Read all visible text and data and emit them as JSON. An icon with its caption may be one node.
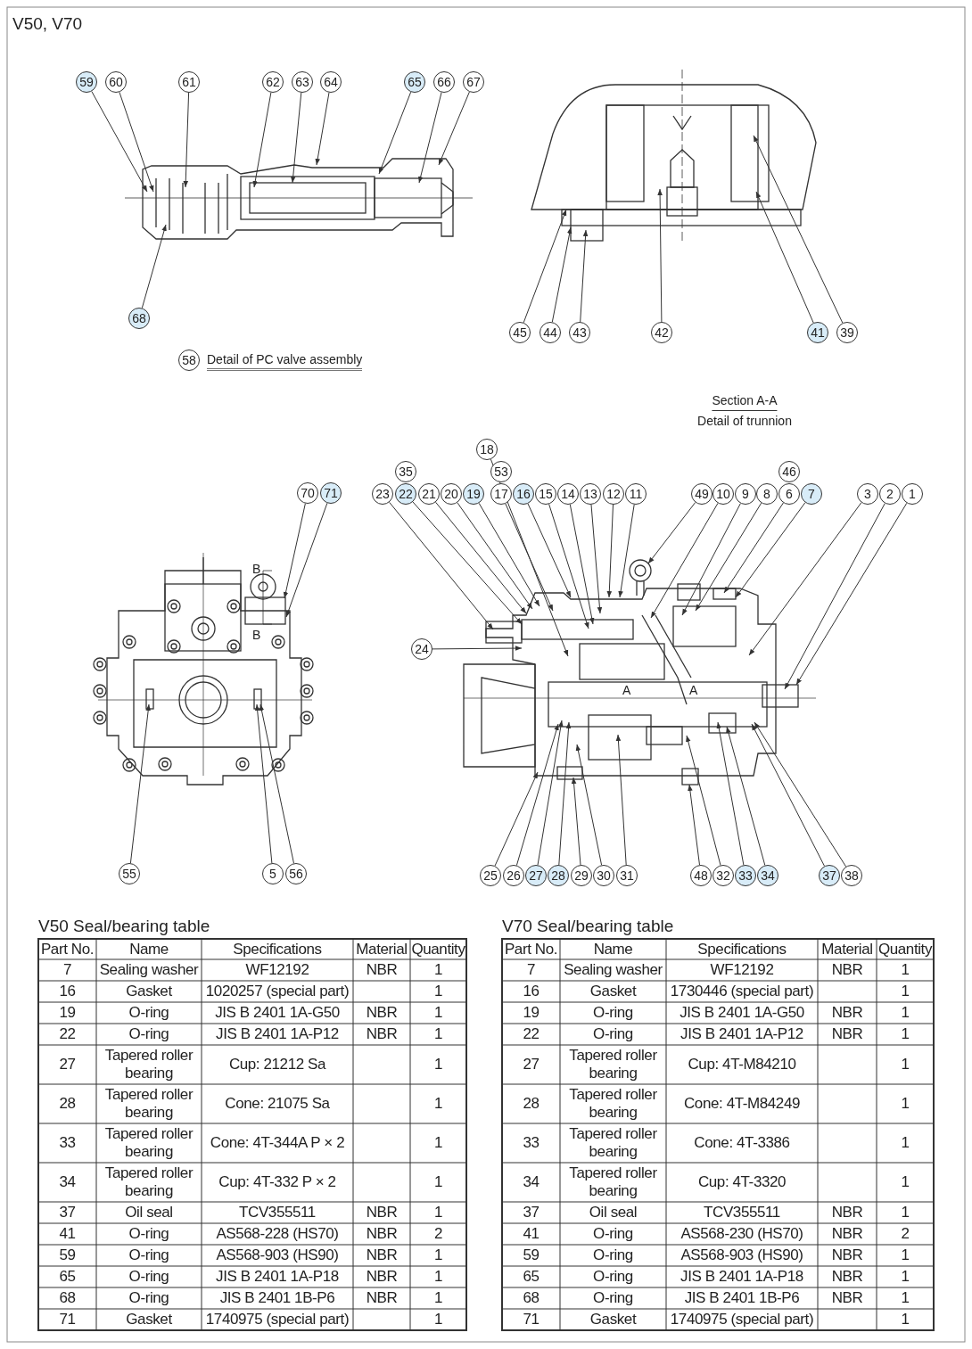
{
  "diagram": {
    "title": "V50, V70",
    "nodes": [
      {
        "text": [
          "59"
        ]
      },
      {
        "text": [
          "60"
        ]
      },
      {
        "text": [
          "61"
        ]
      },
      {
        "text": [
          "62"
        ]
      },
      {
        "text": [
          "63"
        ]
      },
      {
        "text": [
          "64"
        ]
      },
      {
        "text": [
          "65"
        ]
      },
      {
        "text": [
          "66"
        ]
      },
      {
        "text": [
          "67"
        ]
      },
      {
        "text": [
          "68"
        ]
      },
      {
        "text": [
          "45"
        ]
      },
      {
        "text": [
          "44"
        ]
      },
      {
        "text": [
          "43"
        ]
      },
      {
        "text": [
          "42"
        ]
      },
      {
        "text": [
          "41"
        ]
      },
      {
        "text": [
          "39"
        ]
      },
      {
        "text": [
          "58"
        ],
        "beside": [
          "Detail of PC valve assembly"
        ]
      },
      {
        "text": [
          "18"
        ]
      },
      {
        "text": [
          "35"
        ]
      },
      {
        "text": [
          "53"
        ]
      },
      {
        "text": [
          "46"
        ]
      },
      {
        "text": [
          "70"
        ]
      },
      {
        "text": [
          "71"
        ]
      },
      {
        "text": [
          "23"
        ]
      },
      {
        "text": [
          "22"
        ]
      },
      {
        "text": [
          "21"
        ]
      },
      {
        "text": [
          "20"
        ]
      },
      {
        "text": [
          "19"
        ]
      },
      {
        "text": [
          "17"
        ]
      },
      {
        "text": [
          "16"
        ]
      },
      {
        "text": [
          "15"
        ]
      },
      {
        "text": [
          "14"
        ]
      },
      {
        "text": [
          "13"
        ]
      },
      {
        "text": [
          "12"
        ]
      },
      {
        "text": [
          "11"
        ]
      },
      {
        "text": [
          "49"
        ]
      },
      {
        "text": [
          "10"
        ]
      },
      {
        "text": [
          "9"
        ]
      },
      {
        "text": [
          "8"
        ]
      },
      {
        "text": [
          "6"
        ]
      },
      {
        "text": [
          "7"
        ]
      },
      {
        "text": [
          "3"
        ]
      },
      {
        "text": [
          "2"
        ]
      },
      {
        "text": [
          "1"
        ]
      },
      {
        "text": [
          "24"
        ]
      },
      {
        "text": [
          "55"
        ]
      },
      {
        "text": [
          "5"
        ]
      },
      {
        "text": [
          "56"
        ]
      },
      {
        "text": [
          "25"
        ]
      },
      {
        "text": [
          "26"
        ]
      },
      {
        "text": [
          "27"
        ]
      },
      {
        "text": [
          "28"
        ]
      },
      {
        "text": [
          "29"
        ]
      },
      {
        "text": [
          "30"
        ]
      },
      {
        "text": [
          "31"
        ]
      },
      {
        "text": [
          "48"
        ]
      },
      {
        "text": [
          "32"
        ]
      },
      {
        "text": [
          "33"
        ]
      },
      {
        "text": [
          "34"
        ]
      },
      {
        "text": [
          "37"
        ]
      },
      {
        "text": [
          "38"
        ]
      }
    ],
    "edges": [
      {
        "from": 0,
        "to": null,
        "arrow": "to"
      },
      {
        "from": 1,
        "to": null,
        "arrow": "to"
      },
      {
        "from": 2,
        "to": null,
        "arrow": "to"
      },
      {
        "from": 3,
        "to": null,
        "arrow": "to"
      },
      {
        "from": 4,
        "to": null,
        "arrow": "to"
      },
      {
        "from": 5,
        "to": null,
        "arrow": "to"
      },
      {
        "from": 6,
        "to": null,
        "arrow": "to"
      },
      {
        "from": 7,
        "to": null,
        "arrow": "to"
      },
      {
        "from": 8,
        "to": null,
        "arrow": "to"
      },
      {
        "from": 9,
        "to": null,
        "arrow": "to"
      },
      {
        "from": 10,
        "to": null,
        "arrow": "to"
      },
      {
        "from": 11,
        "to": null,
        "arrow": "to"
      },
      {
        "from": 12,
        "to": null,
        "arrow": "to"
      },
      {
        "from": 13,
        "to": null,
        "arrow": "to"
      },
      {
        "from": 14,
        "to": null,
        "arrow": "to"
      },
      {
        "from": 15,
        "to": null,
        "arrow": "to"
      },
      {
        "from": 17,
        "to": null,
        "arrow": "to"
      },
      {
        "from": 21,
        "to": null,
        "arrow": "to"
      },
      {
        "from": 22,
        "to": null,
        "arrow": "to"
      },
      {
        "from": 23,
        "to": null,
        "arrow": "to"
      },
      {
        "from": 24,
        "to": null,
        "arrow": "to"
      },
      {
        "from": 25,
        "to": null,
        "arrow": "to"
      },
      {
        "from": 26,
        "to": null,
        "arrow": "to"
      },
      {
        "from": 27,
        "to": null,
        "arrow": "to"
      },
      {
        "from": 28,
        "to": null,
        "arrow": "to"
      },
      {
        "from": 29,
        "to": null,
        "arrow": "to"
      },
      {
        "from": 30,
        "to": null,
        "arrow": "to"
      },
      {
        "from": 31,
        "to": null,
        "arrow": "to"
      },
      {
        "from": 32,
        "to": null,
        "arrow": "to"
      },
      {
        "from": 33,
        "to": null,
        "arrow": "to"
      },
      {
        "from": 34,
        "to": null,
        "arrow": "to"
      },
      {
        "from": 35,
        "to": null,
        "arrow": "to"
      },
      {
        "from": 36,
        "to": null,
        "arrow": "to"
      },
      {
        "from": 37,
        "to": null,
        "arrow": "to"
      },
      {
        "from": 38,
        "to": null,
        "arrow": "to"
      },
      {
        "from": 39,
        "to": null,
        "arrow": "to"
      },
      {
        "from": 40,
        "to": null,
        "arrow": "to"
      },
      {
        "from": 41,
        "to": null,
        "arrow": "to"
      },
      {
        "from": 42,
        "to": null,
        "arrow": "to"
      },
      {
        "from": 43,
        "to": null,
        "arrow": "to"
      },
      {
        "from": 44,
        "to": null,
        "arrow": "to"
      },
      {
        "from": 45,
        "to": null,
        "arrow": "to"
      },
      {
        "from": 46,
        "to": null,
        "arrow": "to"
      },
      {
        "from": 47,
        "to": null,
        "arrow": "to"
      },
      {
        "from": 48,
        "to": null,
        "arrow": "to"
      },
      {
        "from": 49,
        "to": null,
        "arrow": "to"
      },
      {
        "from": 50,
        "to": null,
        "arrow": "to"
      },
      {
        "from": 51,
        "to": null,
        "arrow": "to"
      },
      {
        "from": 52,
        "to": null,
        "arrow": "to"
      },
      {
        "from": 53,
        "to": null,
        "arrow": "to"
      },
      {
        "from": 54,
        "to": null,
        "arrow": "to"
      },
      {
        "from": 55,
        "to": null,
        "arrow": "to"
      },
      {
        "from": 56,
        "to": null,
        "arrow": "to"
      },
      {
        "from": 57,
        "to": null,
        "arrow": "to"
      },
      {
        "from": 58,
        "to": null,
        "arrow": "to"
      },
      {
        "from": 59,
        "to": null,
        "arrow": "to"
      },
      {
        "from": 60,
        "to": null,
        "arrow": "to"
      }
    ],
    "labels": [
      "Section A-A",
      "Detail of trunnion",
      "B",
      "B",
      "A",
      "A",
      "V50 Seal/bearing table",
      "Part No.",
      "Name",
      "Specifications",
      "Material",
      "Quantity",
      "7",
      "Sealing washer",
      "WF12192",
      "NBR",
      "1",
      "16",
      "Gasket",
      "1020257 (special part)",
      "1",
      "19",
      "O-ring",
      "JIS B 2401 1A-G50",
      "NBR",
      "1",
      "22",
      "O-ring",
      "JIS B 2401 1A-P12",
      "NBR",
      "1",
      "27",
      "Tapered roller bearing",
      "Cup: 21212 Sa",
      "1",
      "28",
      "Tapered roller bearing",
      "Cone: 21075 Sa",
      "1",
      "33",
      "Tapered roller bearing",
      "Cone: 4T-344A P × 2",
      "1",
      "34",
      "Tapered roller bearing",
      "Cup: 4T-332 P × 2",
      "1",
      "37",
      "Oil seal",
      "TCV355511",
      "NBR",
      "1",
      "41",
      "O-ring",
      "AS568-228 (HS70)",
      "NBR",
      "2",
      "59",
      "O-ring",
      "AS568-903 (HS90)",
      "NBR",
      "1",
      "65",
      "O-ring",
      "JIS B 2401 1A-P18",
      "NBR",
      "1",
      "68",
      "O-ring",
      "JIS B 2401 1B-P6",
      "NBR",
      "1",
      "71",
      "Gasket",
      "1740975 (special part)",
      "1",
      "V70 Seal/bearing table",
      "Part No.",
      "Name",
      "Specifications",
      "Material",
      "Quantity",
      "7",
      "Sealing washer",
      "WF12192",
      "NBR",
      "1",
      "16",
      "Gasket",
      "1730446 (special part)",
      "1",
      "19",
      "O-ring",
      "JIS B 2401 1A-G50",
      "NBR",
      "1",
      "22",
      "O-ring",
      "JIS B 2401 1A-P12",
      "NBR",
      "1",
      "27",
      "Tapered roller bearing",
      "Cup: 4T-M84210",
      "1",
      "28",
      "Tapered roller bearing",
      "Cone: 4T-M84249",
      "1",
      "33",
      "Tapered roller bearing",
      "Cone: 4T-3386",
      "1",
      "34",
      "Tapered roller bearing",
      "Cup: 4T-3320",
      "1",
      "37",
      "Oil seal",
      "TCV355511",
      "NBR",
      "1",
      "41",
      "O-ring",
      "AS568-230 (HS70)",
      "NBR",
      "2",
      "59",
      "O-ring",
      "AS568-903 (HS90)",
      "NBR",
      "1",
      "65",
      "O-ring",
      "JIS B 2401 1A-P18",
      "NBR",
      "1",
      "68",
      "O-ring",
      "JIS B 2401 1B-P6",
      "NBR",
      "1",
      "71",
      "Gasket",
      "1740975 (special part)",
      "1"
    ]
  }
}
